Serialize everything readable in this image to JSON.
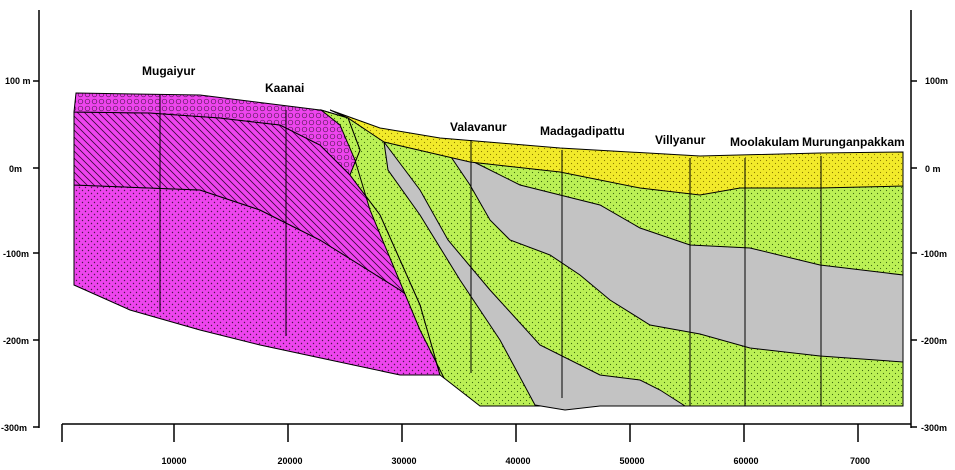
{
  "cross_section": {
    "wells": [
      {
        "name": "Mugaiyur"
      },
      {
        "name": "Kaanai"
      },
      {
        "name": "Valavanur"
      },
      {
        "name": "Madagadipattu"
      },
      {
        "name": "Villyanur"
      },
      {
        "name": "Moolakulam"
      },
      {
        "name": "Murunganpakkam"
      }
    ],
    "left_axis_labels": [
      "100 m",
      "0m",
      "-100m",
      "-200m",
      "-300m"
    ],
    "right_axis_labels": [
      "100m",
      "0 m",
      "-100m",
      "-200m",
      "-300m"
    ],
    "x_axis_labels": [
      "10000",
      "20000",
      "30000",
      "40000",
      "50000",
      "60000",
      "7000"
    ],
    "colors": {
      "magenta": "#ee44ee",
      "green": "#bbf055",
      "yellow": "#f2ea2a",
      "grey": "#c3c3c3"
    }
  }
}
